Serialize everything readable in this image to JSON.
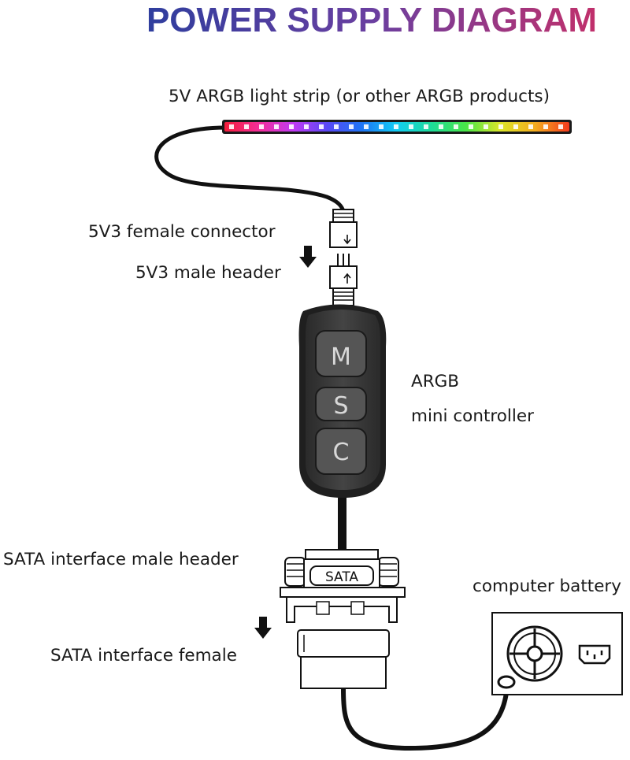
{
  "title": {
    "text": "POWER SUPPLY DIAGRAM",
    "gradient": [
      "#2f3e9e",
      "#6a3fa0",
      "#c1306b"
    ]
  },
  "labels": {
    "light_strip": "5V ARGB light strip (or other ARGB products)",
    "female_connector": "5V3 female connector",
    "male_header": "5V3 male header",
    "controller_line1": "ARGB",
    "controller_line2": "mini controller",
    "sata_male": "SATA interface male header",
    "sata_female": "SATA interface female",
    "battery": "computer battery"
  },
  "controller": {
    "buttons": [
      "M",
      "S",
      "C"
    ]
  },
  "sata_plate": "SATA",
  "colors": {
    "cable": "#111111",
    "controller_body": "#3d3d3d",
    "controller_edge": "#1e1e1e",
    "strip_spectrum": [
      "#ff1e3c",
      "#ff2fa0",
      "#c83cff",
      "#5a4bff",
      "#1e7bff",
      "#12d6ff",
      "#1ee6a0",
      "#4cf04a",
      "#e6f02a",
      "#ffb41e",
      "#ff3c1e"
    ]
  }
}
